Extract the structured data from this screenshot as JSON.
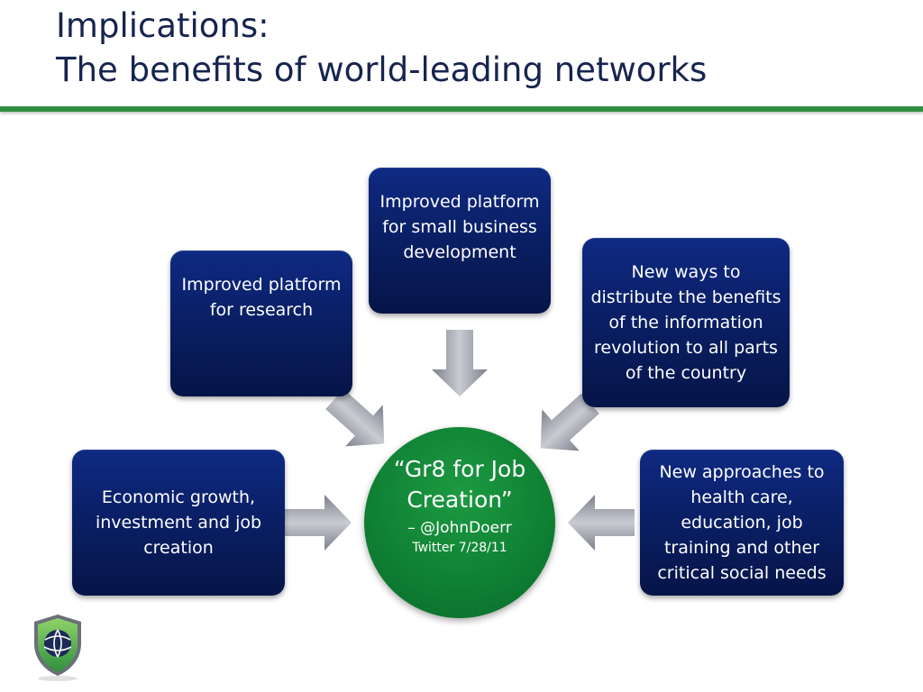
{
  "title": {
    "line1": "Implications:",
    "line2": "The benefits of world-leading networks"
  },
  "center": {
    "quote": "“Gr8 for Job Creation”",
    "attribution": "– @JohnDoerr",
    "date": "Twitter 7/28/11"
  },
  "nodes": {
    "small_business": "Improved platform for small business development",
    "research": "Improved platform for research",
    "distribute": "New ways to distribute the benefits of the information revolution to all parts of the country",
    "economic": "Economic growth, investment and job creation",
    "health": "New approaches to health care, education, job training and other critical social needs"
  },
  "colors": {
    "title_text": "#17244f",
    "rule_green": "#2f8f3f",
    "node_navy": "#0a1f66",
    "center_green": "#0f7f33",
    "arrow_gray": "#9a9ca6"
  }
}
